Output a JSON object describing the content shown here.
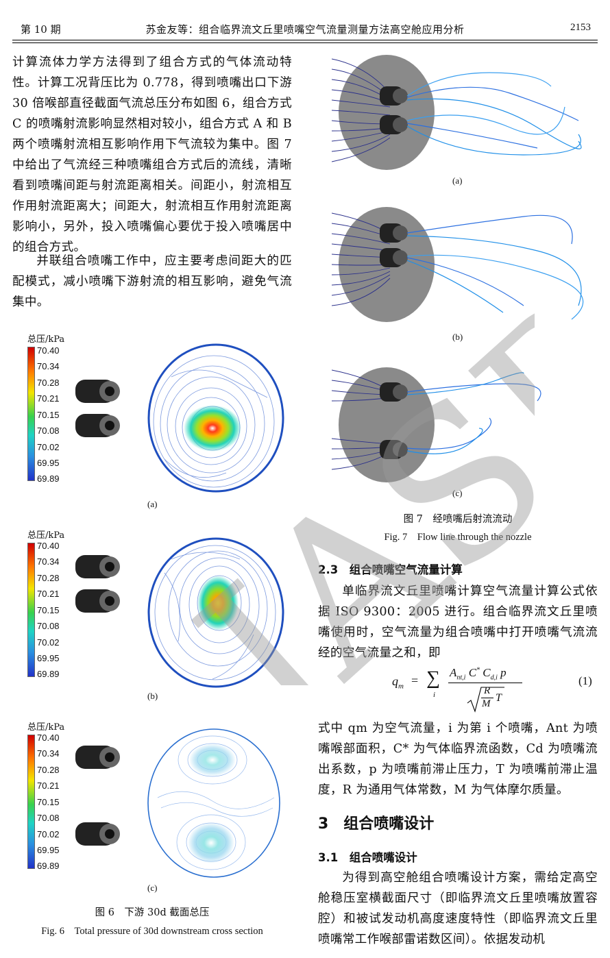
{
  "header": {
    "issue": "第 10 期",
    "title": "苏金友等：组合临界流文丘里喷嘴空气流量测量方法高空舱应用分析",
    "page": "2153"
  },
  "left": {
    "para1": "计算流体力学方法得到了组合方式的气体流动特性。计算工况背压比为 0.778，得到喷嘴出口下游 30 倍喉部直径截面气流总压分布如图 6，组合方式 C 的喷嘴射流影响显然相对较小，组合方式 A 和 B 两个喷嘴射流相互影响作用下气流较为集中。图 7 中给出了气流经三种喷嘴组合方式后的流线，清晰看到喷嘴间距与射流距离相关。间距小，射流相互作用射流距离大；间距大，射流相互作用射流距离影响小，另外，投入喷嘴偏心要优于投入喷嘴居中的组合方式。",
    "para2": "并联组合喷嘴工作中，应主要考虑间距大的匹配模式，减小喷嘴下游射流的相互影响，避免气流集中。"
  },
  "fig6": {
    "colorbar_title": "总压/kPa",
    "ticks": [
      "70.40",
      "70.34",
      "70.28",
      "70.21",
      "70.15",
      "70.08",
      "70.02",
      "69.95",
      "69.89"
    ],
    "sub_a": "(a)",
    "sub_b": "(b)",
    "sub_c": "(c)",
    "caption_cn": "图 6　下游 30d 截面总压",
    "caption_en": "Fig. 6　Total pressure of 30d downstream cross section"
  },
  "fig7": {
    "sub_a": "(a)",
    "sub_b": "(b)",
    "sub_c": "(c)",
    "caption_cn": "图 7　经喷嘴后射流流动",
    "caption_en": "Fig. 7　Flow line through the nozzle"
  },
  "right": {
    "sec23": "2.3　组合喷嘴空气流量计算",
    "para1": "单临界流文丘里喷嘴计算空气流量计算公式依据 ISO 9300：2005 进行。组合临界流文丘里喷嘴使用时，空气流量为组合喷嘴中打开喷嘴气流流经的空气流量之和，即",
    "eq_lhs": "q",
    "eq_lhs_sub": "m",
    "eq_eq": "=",
    "eq_sum": "∑",
    "eq_sum_sub": "i",
    "eq_num": "A",
    "eq_num_sub1": "nt,i",
    "eq_num_c": " C",
    "eq_num_sup": "*",
    "eq_num_cd": " C",
    "eq_num_sub2": "d,i",
    "eq_num_p": " p",
    "eq_den_r": "R",
    "eq_den_m": "M",
    "eq_den_t": "T",
    "eq_no": "(1)",
    "para2": "式中 qm 为空气流量，i 为第 i 个喷嘴，Ant 为喷嘴喉部面积，C* 为气体临界流函数，Cd 为喷嘴流出系数，p 为喷嘴前滞止压力，T 为喷嘴前滞止温度，R 为通用气体常数，M 为气体摩尔质量。",
    "h3": "3　组合喷嘴设计",
    "sec31": "3.1　组合喷嘴设计",
    "para3": "为得到高空舱组合喷嘴设计方案，需给定高空舱稳压室横截面尺寸（即临界流文丘里喷嘴放置容腔）和被试发动机高度速度特性（即临界流文丘里喷嘴常工作喉部雷诺数区间）。依据发动机"
  },
  "watermark": {
    "text": "JASP",
    "color": "#9a9a9a"
  }
}
